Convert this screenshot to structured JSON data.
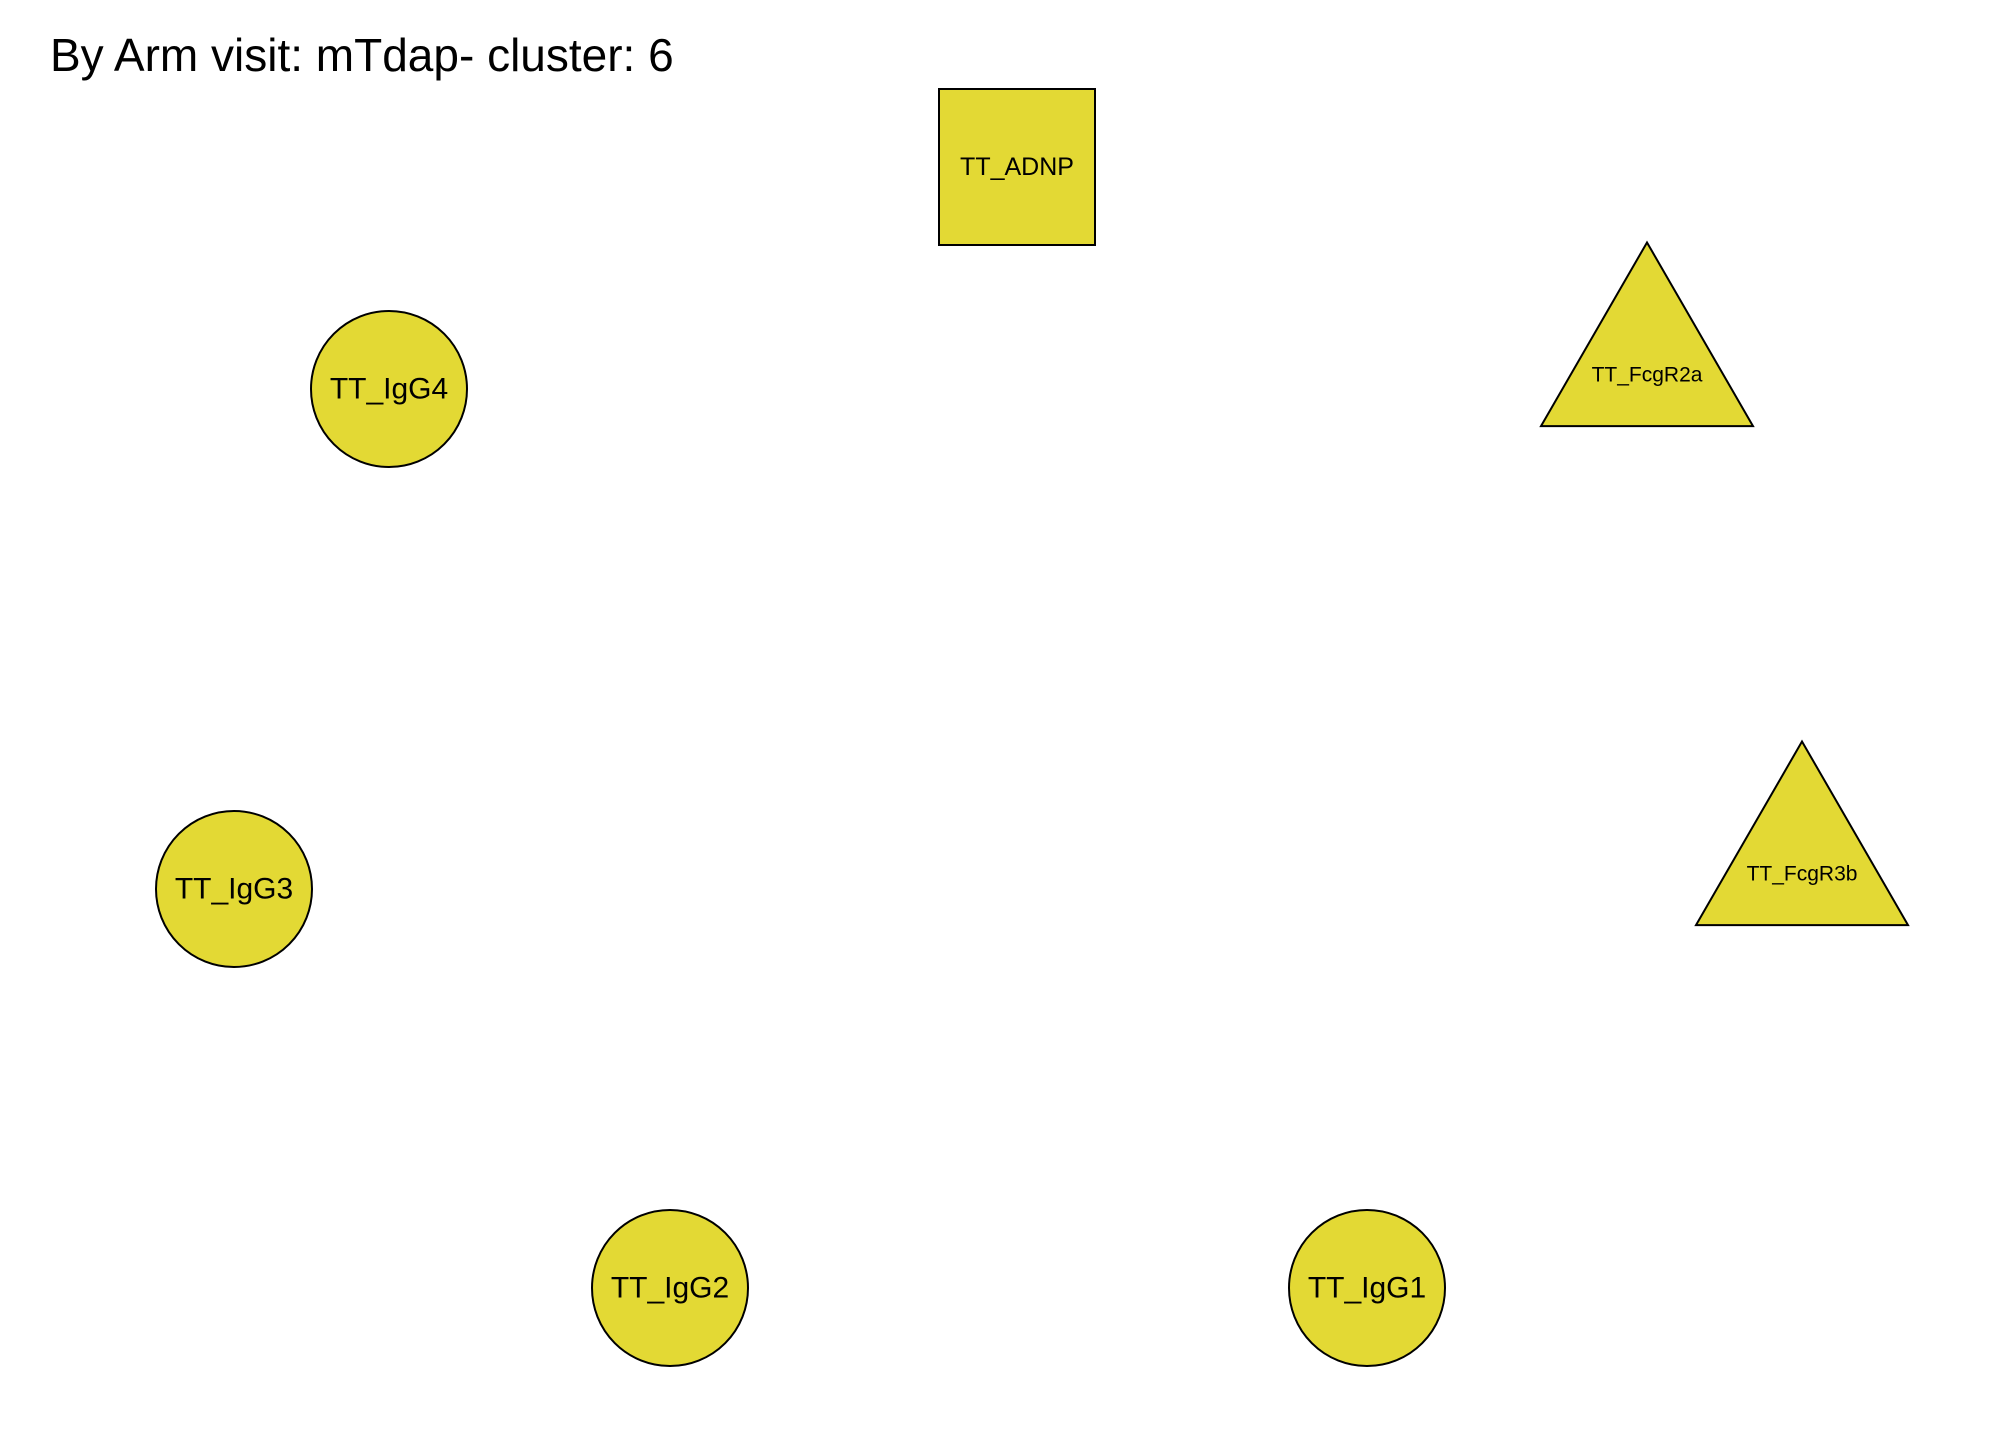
{
  "title": "By Arm visit: mTdap- cluster: 6",
  "colors": {
    "node_fill": "#E3D934",
    "node_stroke": "#000000",
    "background": "#FFFFFF"
  },
  "nodes": [
    {
      "id": "TT_ADNP",
      "label": "TT_ADNP",
      "shape": "square"
    },
    {
      "id": "TT_IgG4",
      "label": "TT_IgG4",
      "shape": "circle"
    },
    {
      "id": "TT_FcgR2a",
      "label": "TT_FcgR2a",
      "shape": "triangle"
    },
    {
      "id": "TT_IgG3",
      "label": "TT_IgG3",
      "shape": "circle"
    },
    {
      "id": "TT_FcgR3b",
      "label": "TT_FcgR3b",
      "shape": "triangle"
    },
    {
      "id": "TT_IgG2",
      "label": "TT_IgG2",
      "shape": "circle"
    },
    {
      "id": "TT_IgG1",
      "label": "TT_IgG1",
      "shape": "circle"
    }
  ],
  "edges": []
}
